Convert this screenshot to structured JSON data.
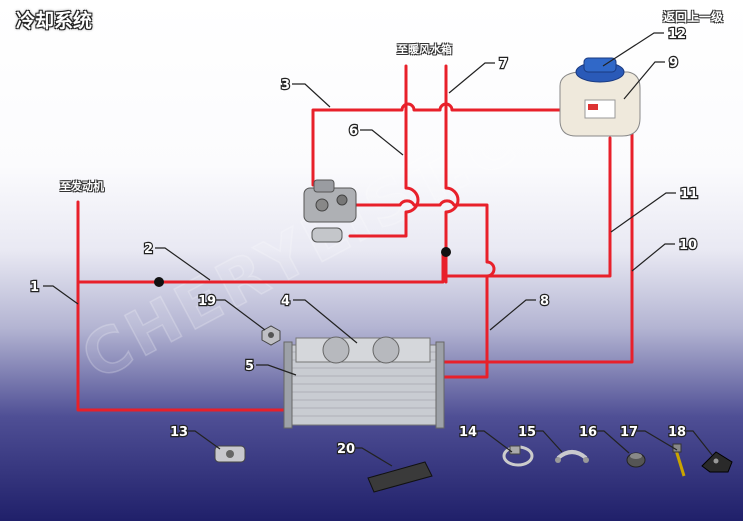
{
  "header": {
    "title": "冷却系统",
    "back_link": "返回上一级"
  },
  "labels": {
    "to_heater": "至暖风水箱",
    "to_engine": "至发动机"
  },
  "watermark": "CHERYLIST.COM",
  "parts": {
    "p1": "1",
    "p2": "2",
    "p3": "3",
    "p4": "4",
    "p5": "5",
    "p6": "6",
    "p7": "7",
    "p8": "8",
    "p9": "9",
    "p10": "10",
    "p11": "11",
    "p12": "12",
    "p13": "13",
    "p14": "14",
    "p15": "15",
    "p16": "16",
    "p17": "17",
    "p18": "18",
    "p19": "19",
    "p20": "20"
  },
  "colors": {
    "hose": "#e8202a",
    "leader": "#222222",
    "radiator": "#c9ccd2"
  }
}
